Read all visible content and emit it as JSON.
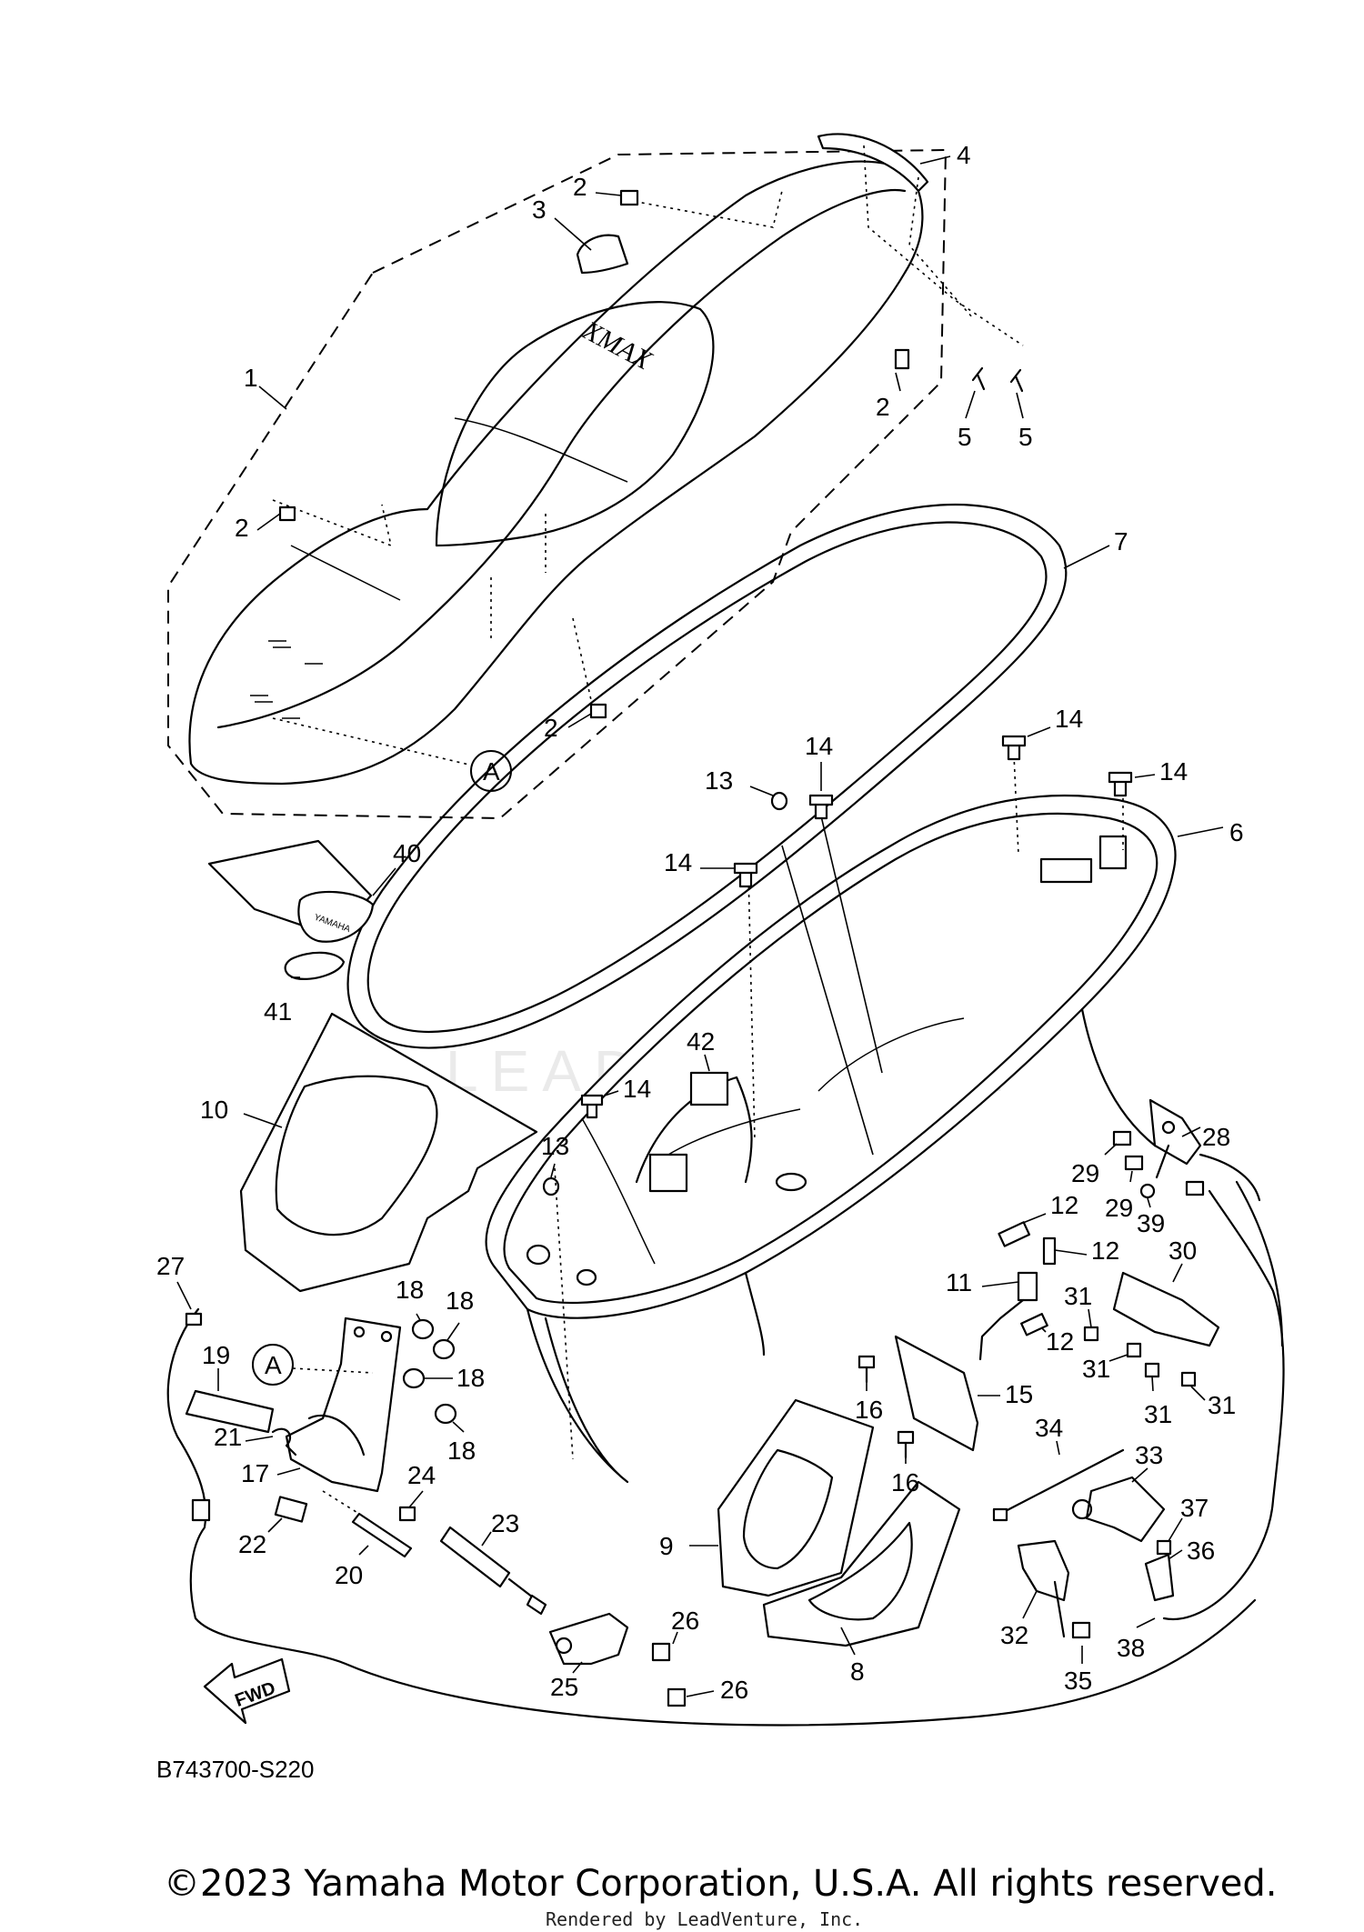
{
  "diagram": {
    "code": "B743700-S220",
    "copyright": "©2023 Yamaha Motor Corporation, U.S.A. All rights reserved.",
    "rendered_by": "Rendered by LeadVenture, Inc.",
    "watermark": "LEADVENTURE",
    "fwd_label": "FWD",
    "seat_logo": "XMAX",
    "emblem_text": "YAMAHA",
    "reference_mark": "A",
    "part_labels": [
      "1",
      "2",
      "3",
      "4",
      "5",
      "6",
      "7",
      "8",
      "9",
      "10",
      "11",
      "12",
      "13",
      "14",
      "15",
      "16",
      "17",
      "18",
      "19",
      "20",
      "21",
      "22",
      "23",
      "24",
      "25",
      "26",
      "27",
      "28",
      "29",
      "30",
      "31",
      "32",
      "33",
      "34",
      "35",
      "36",
      "37",
      "38",
      "39",
      "40",
      "41",
      "42"
    ]
  }
}
